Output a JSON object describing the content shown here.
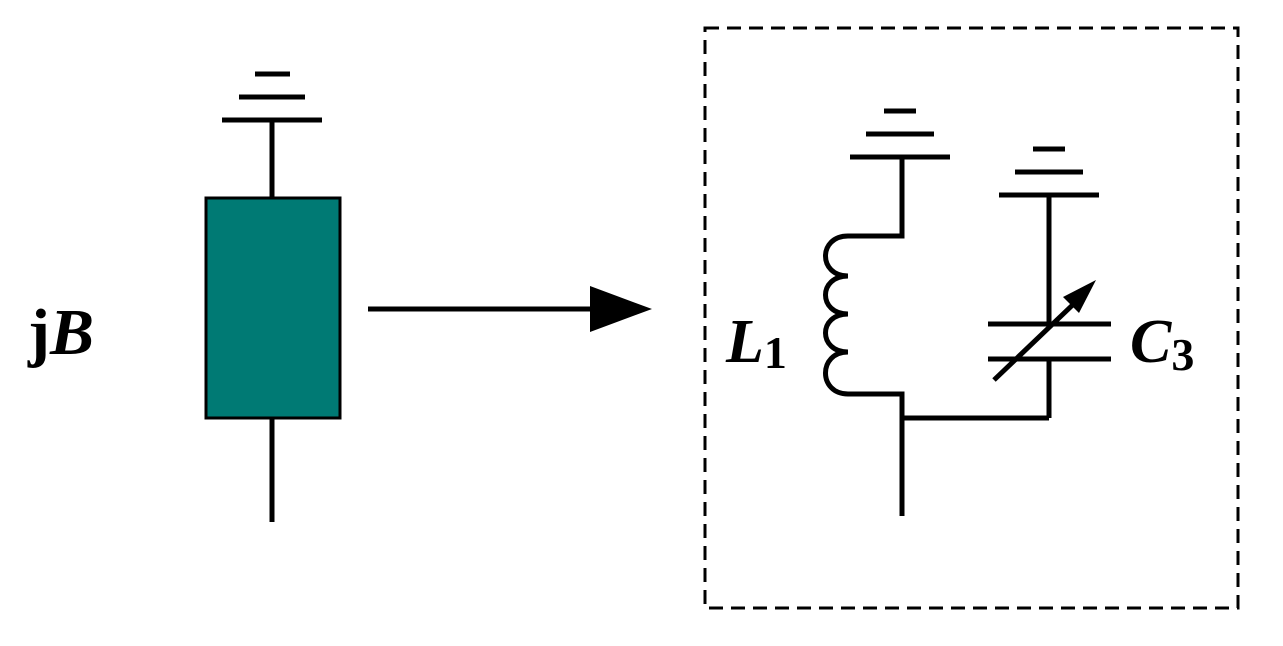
{
  "colors": {
    "susceptance_block": "#007a74",
    "stroke": "#000000",
    "background": "#ffffff"
  },
  "left_element": {
    "label_prefix": "j",
    "label_symbol": "B"
  },
  "equivalent_circuit": {
    "inductor": {
      "symbol": "L",
      "subscript": "1"
    },
    "capacitor": {
      "symbol": "C",
      "subscript": "3"
    }
  }
}
